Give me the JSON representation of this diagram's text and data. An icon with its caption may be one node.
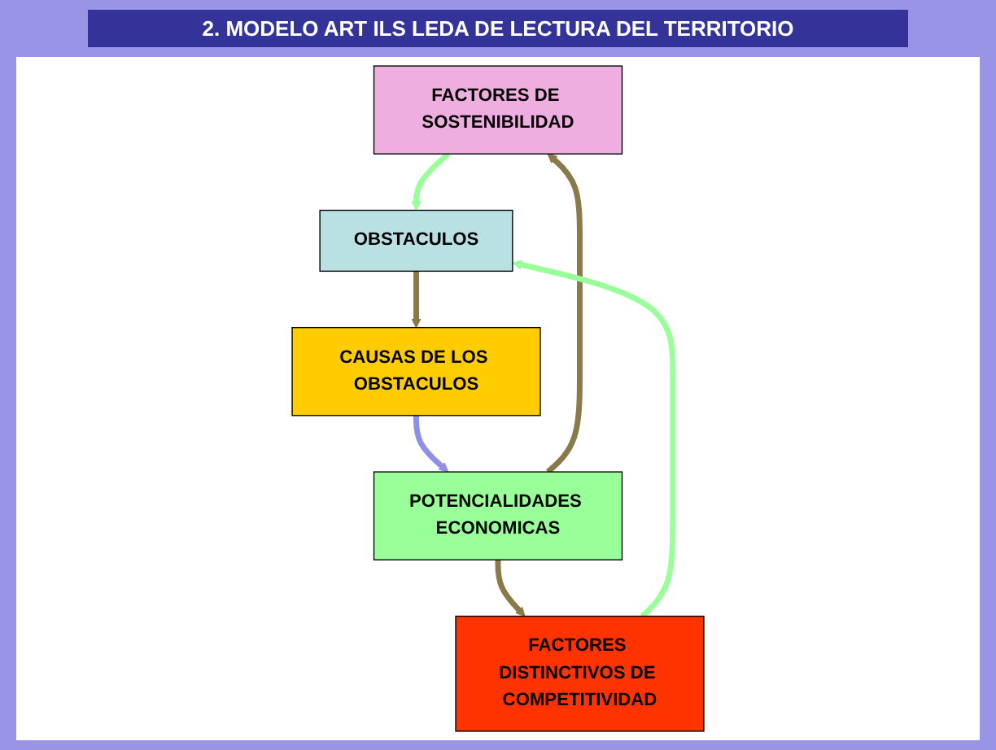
{
  "diagram": {
    "title": "2. MODELO ART ILS LEDA DE LECTURA DEL TERRITORIO",
    "nodes": [
      {
        "text": [
          "FACTORES DE SOSTENIBILIDAD"
        ]
      },
      {
        "text": [
          "FACTORES DISTINCTIVOS DE COMPETITIVIDAD"
        ]
      },
      {
        "text": [
          "POTENCIALIDADES ECONOMICAS"
        ]
      },
      {
        "text": [
          "OBSTACULOS"
        ]
      },
      {
        "text": [
          "CAUSAS DE LOS OBSTACULOS"
        ]
      }
    ],
    "edges": [
      {
        "from": 2,
        "to": 0,
        "arrow": "to"
      },
      {
        "from": 2,
        "to": 1,
        "arrow": "to"
      },
      {
        "from": 0,
        "to": 3,
        "arrow": "to",
        "color": "#99ff99"
      },
      {
        "from": 1,
        "to": 3,
        "arrow": "to",
        "color": "#99ff99"
      },
      {
        "from": 3,
        "to": 4,
        "arrow": "to"
      },
      {
        "from": 4,
        "to": 2,
        "arrow": "to",
        "color": "#8f8fe8"
      }
    ]
  }
}
